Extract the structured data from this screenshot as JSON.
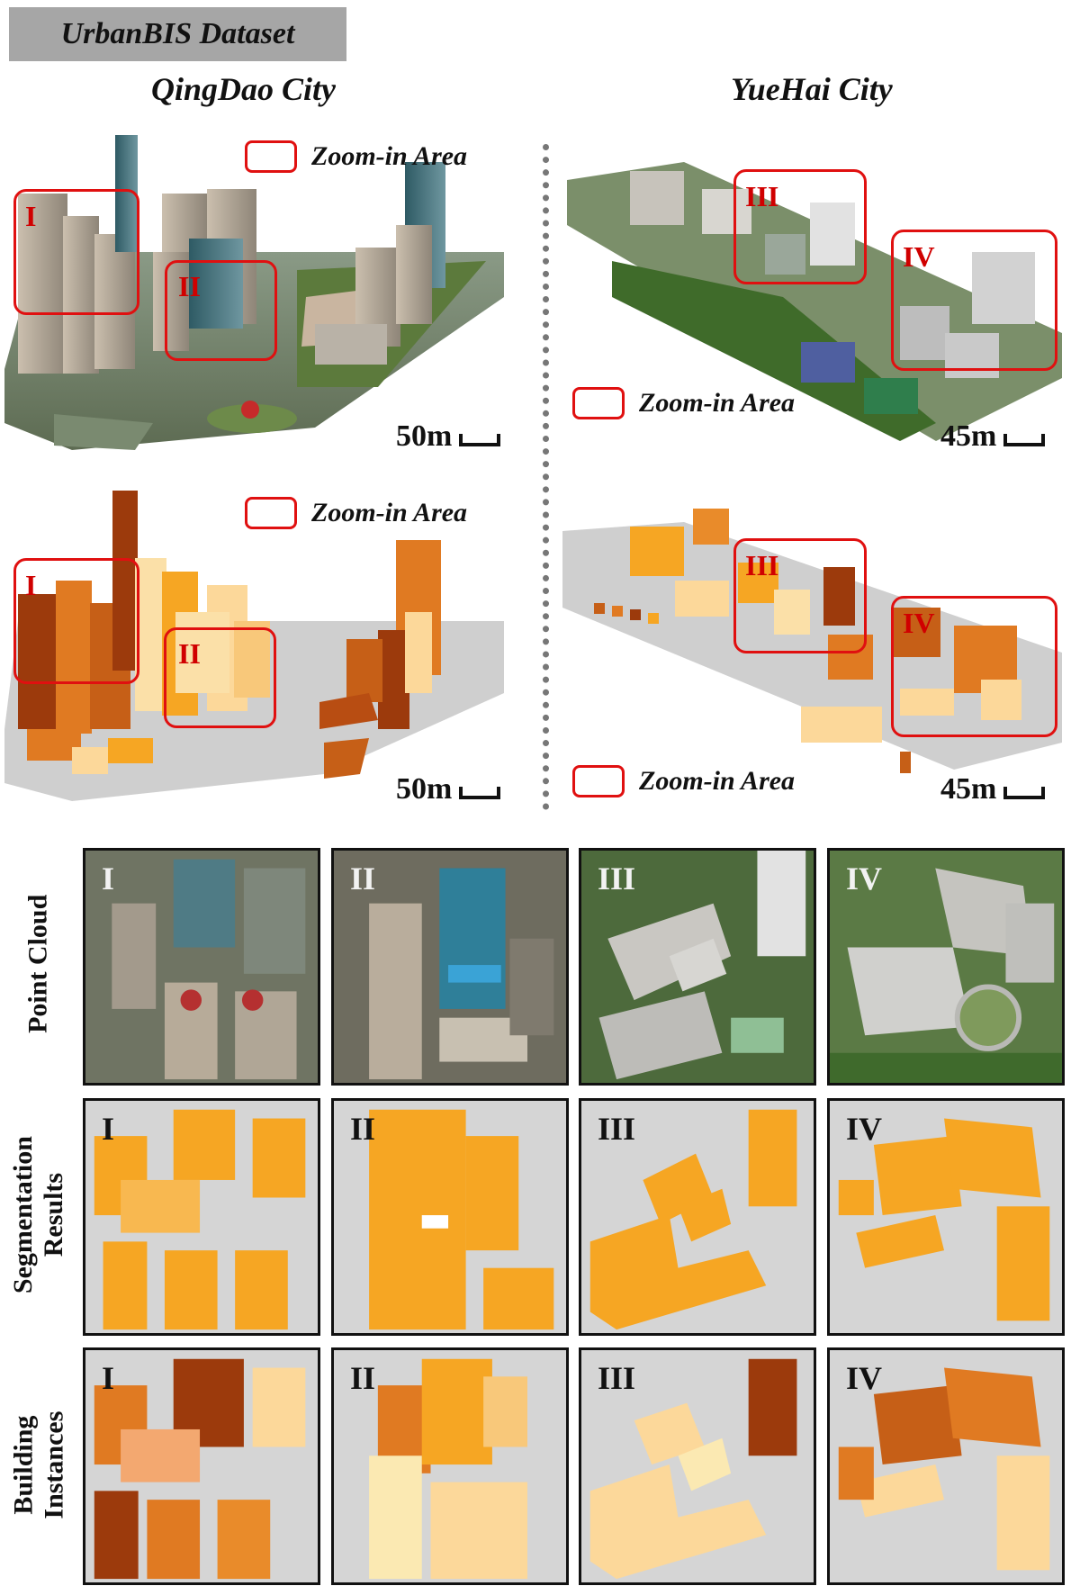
{
  "header": {
    "title": "UrbanBIS Dataset"
  },
  "cities": [
    {
      "name": "QingDao City",
      "scale": "50m",
      "zoom_legend": "Zoom-in Area",
      "regions": [
        "I",
        "II"
      ]
    },
    {
      "name": "YueHai City",
      "scale": "45m",
      "zoom_legend": "Zoom-in Area",
      "regions": [
        "III",
        "IV"
      ]
    }
  ],
  "grid": {
    "rows": [
      {
        "label_lines": [
          "Point Cloud"
        ]
      },
      {
        "label_lines": [
          "Segmentation",
          "Results"
        ]
      },
      {
        "label_lines": [
          "Building",
          "Instances"
        ]
      }
    ],
    "columns": [
      "I",
      "II",
      "III",
      "IV"
    ]
  },
  "colors": {
    "zoom_box": "#e01010",
    "ground": "#cfcfcf",
    "building_orange": "#f6a623",
    "instance_dark": "#9c3a0c",
    "instance_mid": "#e07a22",
    "instance_light": "#fcd89a"
  }
}
